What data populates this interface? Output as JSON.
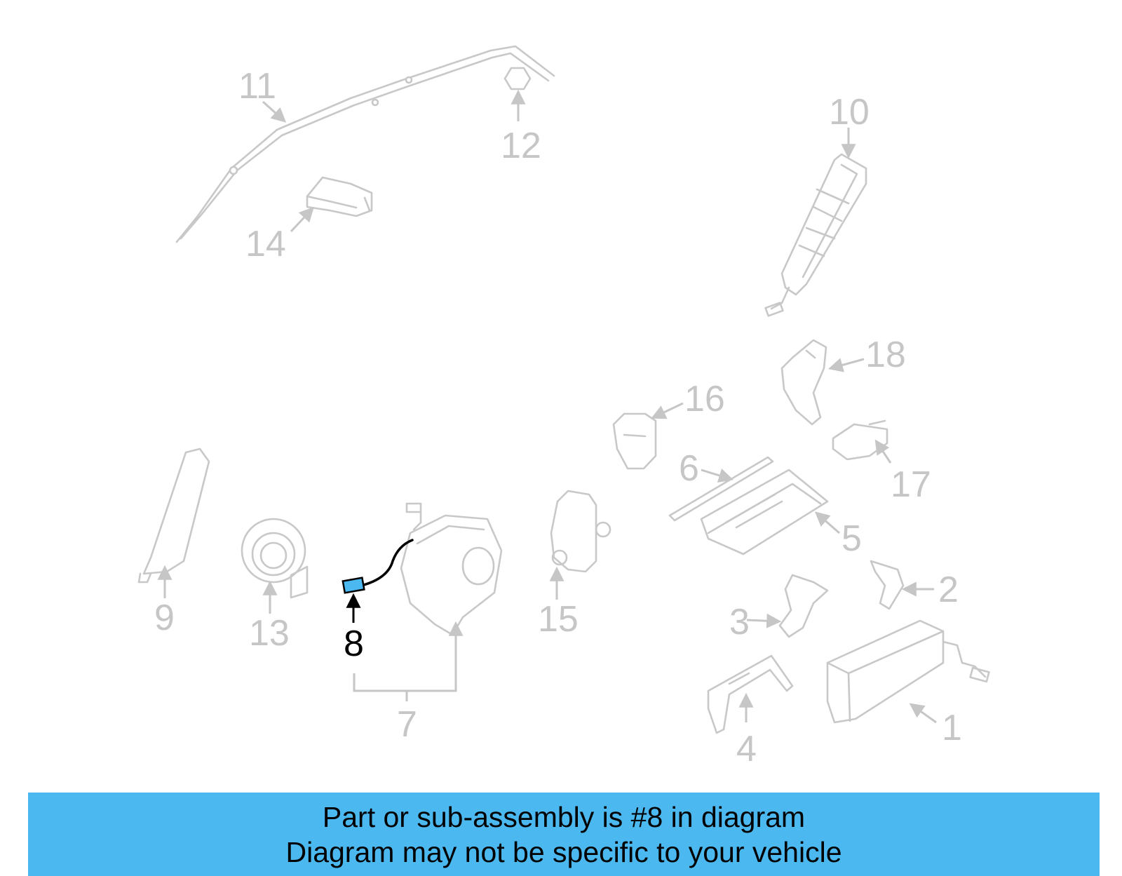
{
  "callouts": [
    {
      "id": "1",
      "label": "1"
    },
    {
      "id": "2",
      "label": "2"
    },
    {
      "id": "3",
      "label": "3"
    },
    {
      "id": "4",
      "label": "4"
    },
    {
      "id": "5",
      "label": "5"
    },
    {
      "id": "6",
      "label": "6"
    },
    {
      "id": "7",
      "label": "7"
    },
    {
      "id": "8",
      "label": "8"
    },
    {
      "id": "9",
      "label": "9"
    },
    {
      "id": "10",
      "label": "10"
    },
    {
      "id": "11",
      "label": "11"
    },
    {
      "id": "12",
      "label": "12"
    },
    {
      "id": "13",
      "label": "13"
    },
    {
      "id": "14",
      "label": "14"
    },
    {
      "id": "15",
      "label": "15"
    },
    {
      "id": "16",
      "label": "16"
    },
    {
      "id": "17",
      "label": "17"
    },
    {
      "id": "18",
      "label": "18"
    }
  ],
  "highlighted_part": "8",
  "colors": {
    "highlight": "#4bb8f0",
    "inactive_part": "#c8c8c8",
    "active_label": "#000000"
  },
  "banner": {
    "line1": "Part or sub-assembly is #8 in diagram",
    "line2": "Diagram may not be specific to your vehicle"
  }
}
